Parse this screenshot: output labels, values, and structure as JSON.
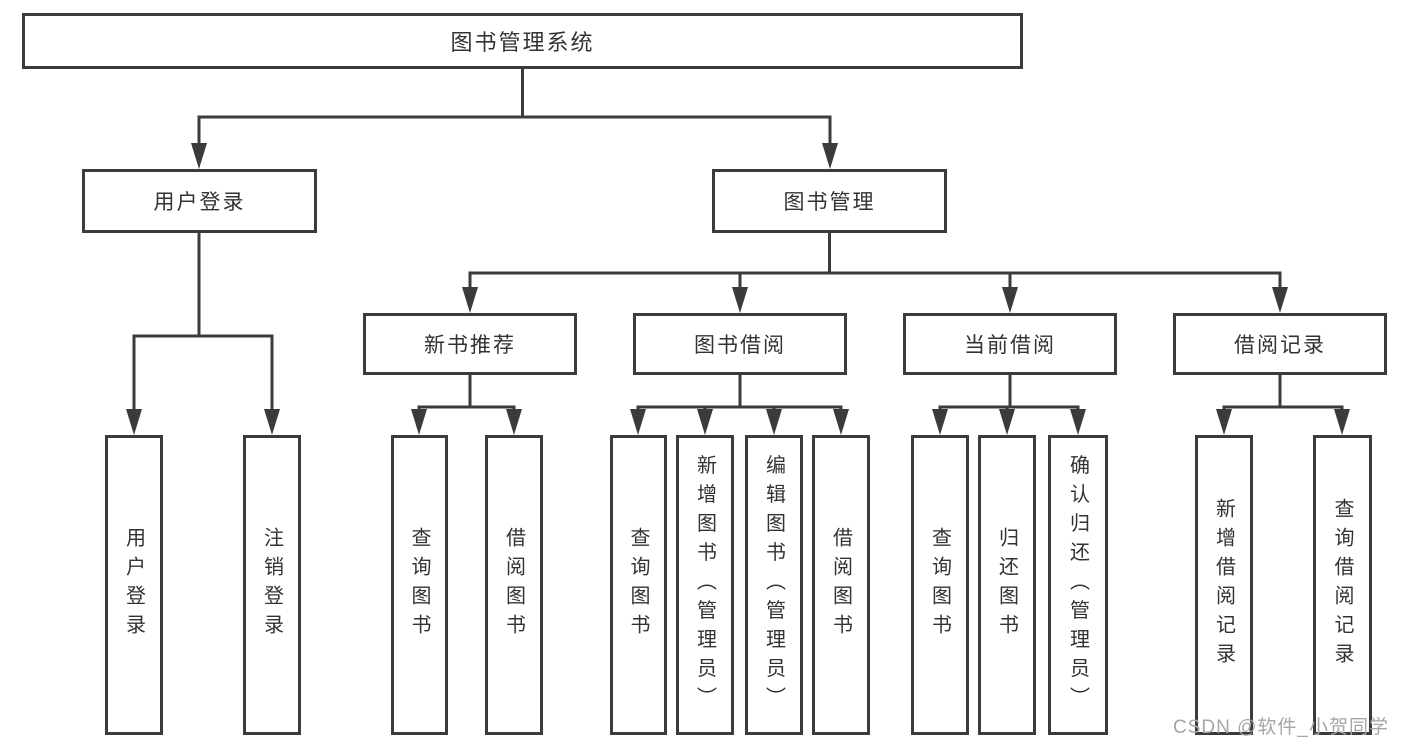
{
  "diagram": {
    "root": {
      "label": "图书管理系统"
    },
    "branches": [
      {
        "label": "用户登录",
        "children": [
          {
            "label": "用户登录"
          },
          {
            "label": "注销登录"
          }
        ]
      },
      {
        "label": "图书管理",
        "children": [
          {
            "label": "新书推荐",
            "children": [
              {
                "label": "查询图书"
              },
              {
                "label": "借阅图书"
              }
            ]
          },
          {
            "label": "图书借阅",
            "children": [
              {
                "label": "查询图书"
              },
              {
                "label": "新增图书（管理员）"
              },
              {
                "label": "编辑图书（管理员）"
              },
              {
                "label": "借阅图书"
              }
            ]
          },
          {
            "label": "当前借阅",
            "children": [
              {
                "label": "查询图书"
              },
              {
                "label": "归还图书"
              },
              {
                "label": "确认归还（管理员）"
              }
            ]
          },
          {
            "label": "借阅记录",
            "children": [
              {
                "label": "新增借阅记录"
              },
              {
                "label": "查询借阅记录"
              }
            ]
          }
        ]
      }
    ]
  },
  "watermark": {
    "text": "CSDN @软件_小贺同学"
  },
  "colors": {
    "line": "#3b3b3b",
    "text": "#333333",
    "watermark": "#a6a6a6",
    "background": "#ffffff"
  }
}
